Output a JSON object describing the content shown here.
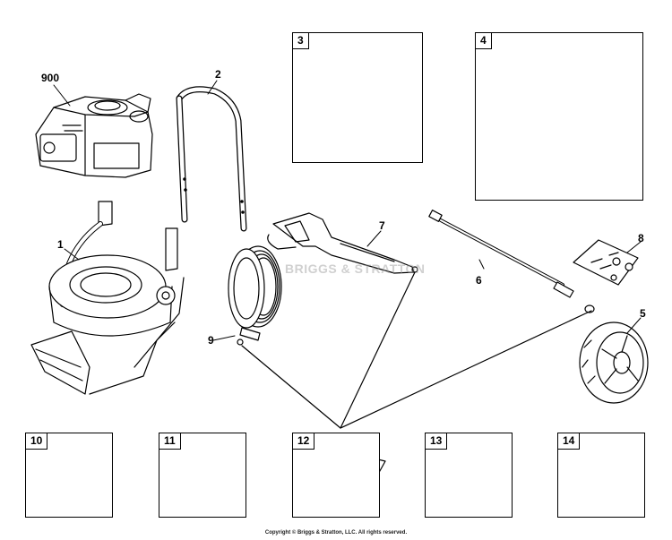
{
  "diagram": {
    "callouts": {
      "engine": "900",
      "frame": "1",
      "handle": "2",
      "gun": "7",
      "wand": "6",
      "hose": "9",
      "wheel": "5",
      "nozzles": "8"
    },
    "kits": {
      "k3": "3",
      "k4": "4",
      "k10": "10",
      "k11": "11",
      "k12": "12",
      "k13": "13",
      "k14": "14"
    },
    "watermark": "BRIGGS & STRATTON",
    "copyright": "Copyright © Briggs & Stratton, LLC. All rights reserved."
  }
}
